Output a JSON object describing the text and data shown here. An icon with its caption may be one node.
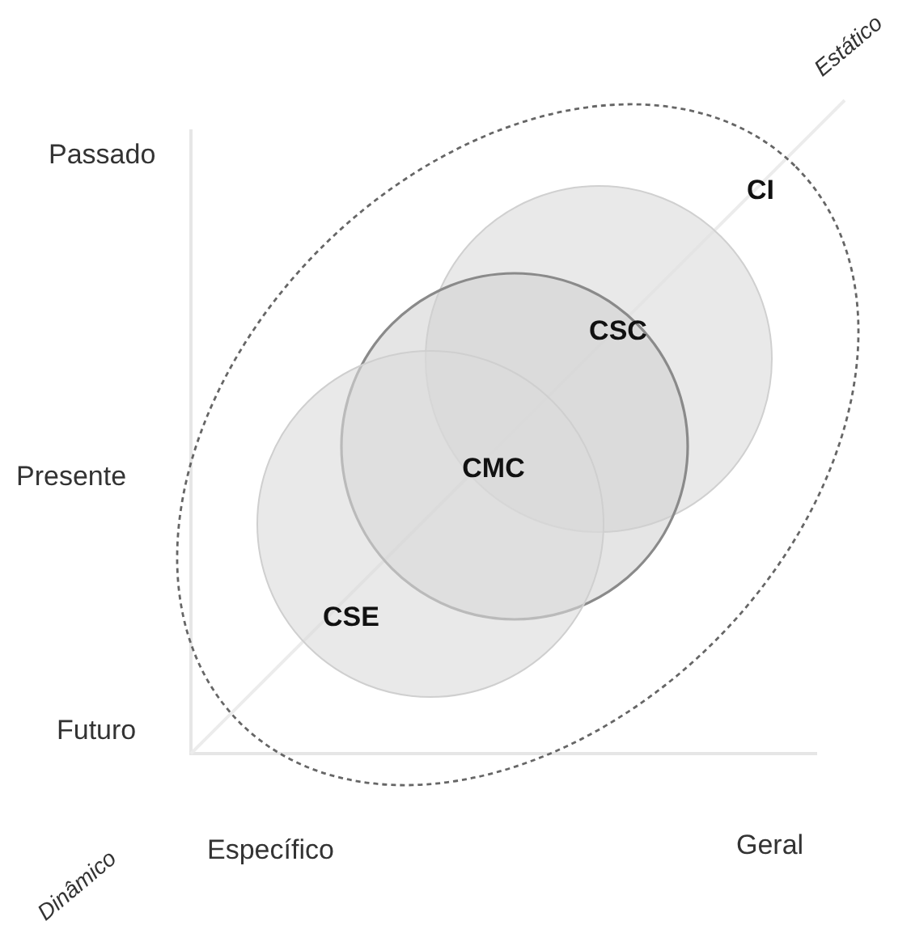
{
  "diagram": {
    "nodes": [
      {
        "text": [
          "CI"
        ]
      },
      {
        "text": [
          "CSC"
        ],
        "in": 0
      },
      {
        "text": [
          "CMC"
        ],
        "in": 0
      },
      {
        "text": [
          "CSE"
        ],
        "in": 0
      }
    ],
    "edges": [],
    "labels": [
      "Estático",
      "Passado",
      "Presente",
      "Futuro",
      "Dinâmico",
      "Específico",
      "Geral"
    ]
  }
}
